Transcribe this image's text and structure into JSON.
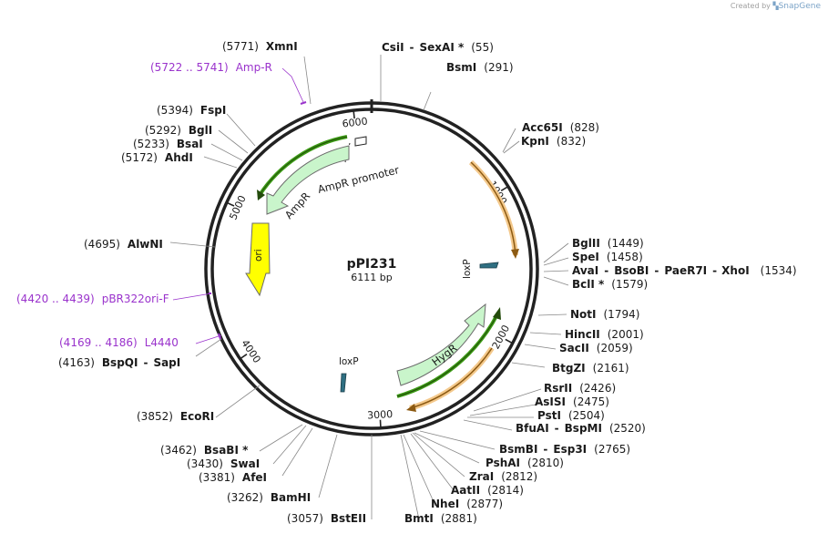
{
  "credit": {
    "prefix": "Created by",
    "brand": "SnapGene"
  },
  "plasmid": {
    "name": "pPI231",
    "size_label": "6111 bp"
  },
  "ticks": [
    {
      "pos": 1000,
      "label": "1000"
    },
    {
      "pos": 2000,
      "label": "2000"
    },
    {
      "pos": 3000,
      "label": "3000"
    },
    {
      "pos": 4000,
      "label": "4000"
    },
    {
      "pos": 5000,
      "label": "5000"
    },
    {
      "pos": 6000,
      "label": "6000"
    }
  ],
  "features": {
    "ampr_promoter": "AmpR promoter",
    "ampr": "AmpR",
    "ori": "ori",
    "hygr": "HygR",
    "loxp_right": "loxP",
    "loxp_bottom": "loxP"
  },
  "labels": {
    "xmn": {
      "pos": "(5771)",
      "name": "XmnI"
    },
    "ampr_primer": {
      "range": "(5722 .. 5741)",
      "name": "Amp-R"
    },
    "fsp": {
      "pos": "(5394)",
      "name": "FspI"
    },
    "bgl1": {
      "pos": "(5292)",
      "name": "BglI"
    },
    "bsa": {
      "pos": "(5233)",
      "name": "BsaI"
    },
    "ahd": {
      "pos": "(5172)",
      "name": "AhdI"
    },
    "alwn": {
      "pos": "(4695)",
      "name": "AlwNI"
    },
    "pbr": {
      "range": "(4420 .. 4439)",
      "name": "pBR322ori-F"
    },
    "l4440": {
      "range": "(4169 .. 4186)",
      "name": "L4440"
    },
    "bspqi": {
      "pos": "(4163)",
      "name1": "BspQI",
      "sep": "-",
      "name2": "SapI"
    },
    "ecori": {
      "pos": "(3852)",
      "name": "EcoRI"
    },
    "bsabi": {
      "pos": "(3462)",
      "name": "BsaBI *"
    },
    "swa": {
      "pos": "(3430)",
      "name": "SwaI"
    },
    "afe": {
      "pos": "(3381)",
      "name": "AfeI"
    },
    "bamhi": {
      "pos": "(3262)",
      "name": "BamHI"
    },
    "bsteii": {
      "pos": "(3057)",
      "name": "BstEII"
    },
    "bmti": {
      "pos": "(2881)",
      "name": "BmtI"
    },
    "nhei": {
      "pos": "(2877)",
      "name": "NheI"
    },
    "aatii": {
      "pos": "(2814)",
      "name": "AatII"
    },
    "zrai": {
      "pos": "(2812)",
      "name": "ZraI"
    },
    "pshai": {
      "pos": "(2810)",
      "name": "PshAI"
    },
    "bsmbi": {
      "name1": "BsmBI",
      "sep": "-",
      "name2": "Esp3I",
      "pos": "(2765)"
    },
    "bfuai": {
      "name1": "BfuAI",
      "sep": "-",
      "name2": "BspMI",
      "pos": "(2520)"
    },
    "psti": {
      "name": "PstI",
      "pos": "(2504)"
    },
    "asisi": {
      "name": "AsISI",
      "pos": "(2475)"
    },
    "rsrii": {
      "name": "RsrII",
      "pos": "(2426)"
    },
    "btgzi": {
      "name": "BtgZI",
      "pos": "(2161)"
    },
    "sacii": {
      "name": "SacII",
      "pos": "(2059)"
    },
    "hincii": {
      "name": "HincII",
      "pos": "(2001)"
    },
    "noti": {
      "name": "NotI",
      "pos": "(1794)"
    },
    "bcli": {
      "name": "BclI *",
      "pos": "(1579)"
    },
    "avai": {
      "name1": "AvaI",
      "sep1": "-",
      "name2": "BsoBI",
      "sep2": "-",
      "name3": "PaeR7I",
      "sep3": "-",
      "name4": "XhoI",
      "pos": "(1534)"
    },
    "spei": {
      "name": "SpeI",
      "pos": "(1458)"
    },
    "bglii": {
      "name": "BglII",
      "pos": "(1449)"
    },
    "kpni": {
      "name": "KpnI",
      "pos": "(832)"
    },
    "acc65i": {
      "name": "Acc65I",
      "pos": "(828)"
    },
    "bsmi": {
      "name": "BsmI",
      "pos": "(291)"
    },
    "csii": {
      "name1": "CsiI",
      "sep": "-",
      "name2": "SexAI *",
      "pos": "(55)"
    }
  }
}
